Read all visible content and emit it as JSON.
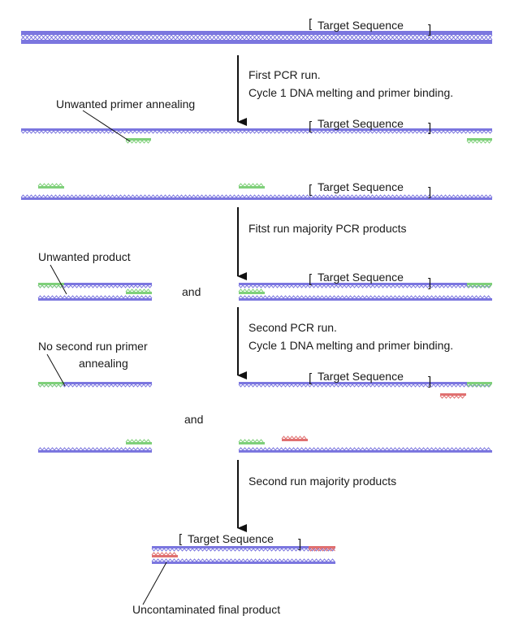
{
  "colors": {
    "strand": "#7b76df",
    "strand_dark": "#5a55c8",
    "primer_first_run": "#7fd07a",
    "primer_second_run": "#e07070",
    "arrow": "#111111",
    "text": "#1a1a1a"
  },
  "labels": {
    "target_sequence": "Target Sequence",
    "step1_line1": "First PCR run.",
    "step1_line2": "Cycle 1 DNA melting and primer binding.",
    "unwanted_annealing": "Unwanted primer annealing",
    "step2": "Fitst run majority PCR products",
    "unwanted_product": "Unwanted product",
    "and_1": "and",
    "step3_line1": "Second PCR run.",
    "step3_line2": "Cycle 1 DNA melting and primer binding.",
    "no_second_line1": "No second run primer",
    "no_second_line2": "annealing",
    "and_2": "and",
    "step4": "Second run majority products",
    "final_product": "Uncontaminated final product"
  }
}
